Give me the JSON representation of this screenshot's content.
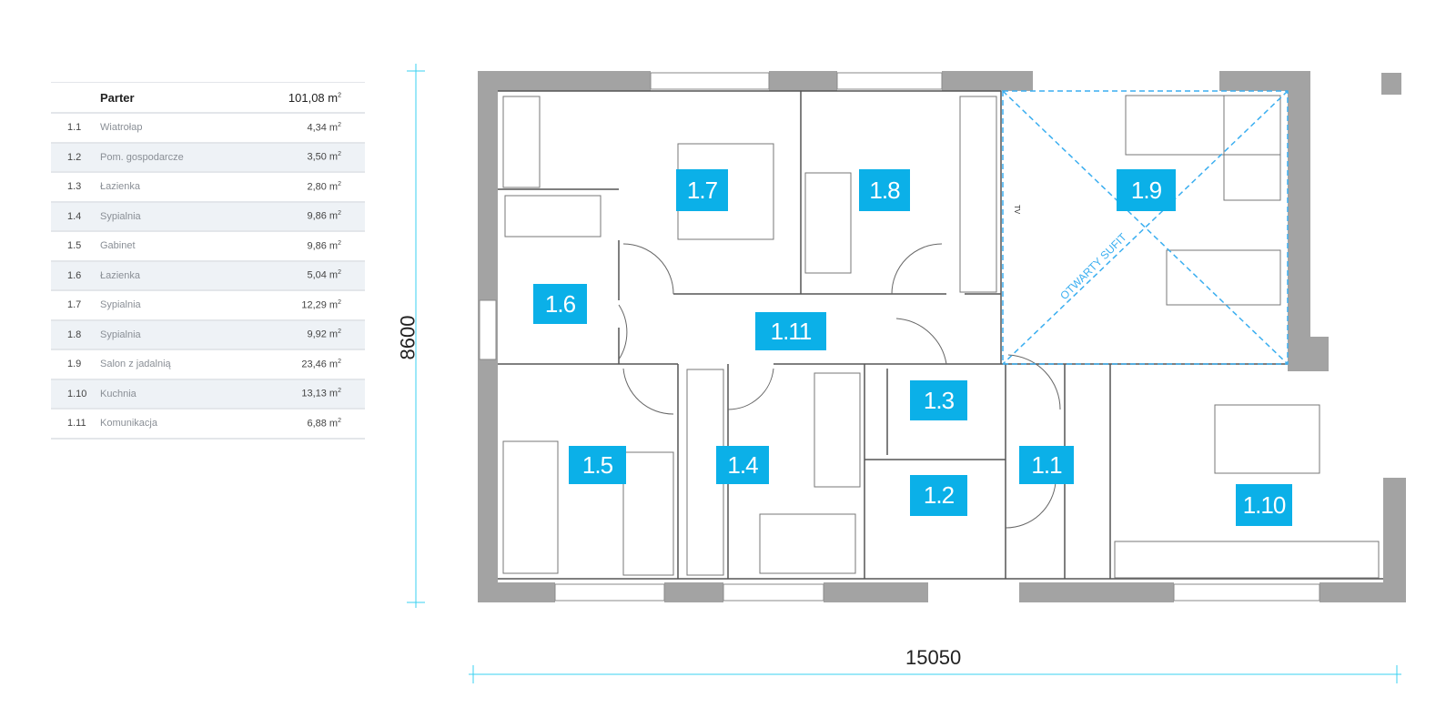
{
  "table": {
    "header": {
      "name": "Parter",
      "area": "101,08 m",
      "unit_sup": "2"
    },
    "rows": [
      {
        "id": "1.1",
        "name": "Wiatrołap",
        "area": "4,34 m"
      },
      {
        "id": "1.2",
        "name": "Pom. gospodarcze",
        "area": "3,50 m"
      },
      {
        "id": "1.3",
        "name": "Łazienka",
        "area": "2,80 m"
      },
      {
        "id": "1.4",
        "name": "Sypialnia",
        "area": "9,86 m"
      },
      {
        "id": "1.5",
        "name": "Gabinet",
        "area": "9,86 m"
      },
      {
        "id": "1.6",
        "name": "Łazienka",
        "area": "5,04 m"
      },
      {
        "id": "1.7",
        "name": "Sypialnia",
        "area": "12,29 m"
      },
      {
        "id": "1.8",
        "name": "Sypialnia",
        "area": "9,92 m"
      },
      {
        "id": "1.9",
        "name": "Salon z jadalnią",
        "area": "23,46 m"
      },
      {
        "id": "1.10",
        "name": "Kuchnia",
        "area": "13,13 m"
      },
      {
        "id": "1.11",
        "name": "Komunikacja",
        "area": "6,88 m"
      }
    ]
  },
  "plan": {
    "labels": [
      "1.1",
      "1.2",
      "1.3",
      "1.4",
      "1.5",
      "1.6",
      "1.7",
      "1.8",
      "1.9",
      "1.10",
      "1.11"
    ],
    "open_ceiling": "OTWARTY SUFIT",
    "tv": "TV",
    "dim_height": "8600",
    "dim_width": "15050"
  },
  "colors": {
    "accent": "#0bb0e8",
    "wall": "#a3a3a3"
  }
}
